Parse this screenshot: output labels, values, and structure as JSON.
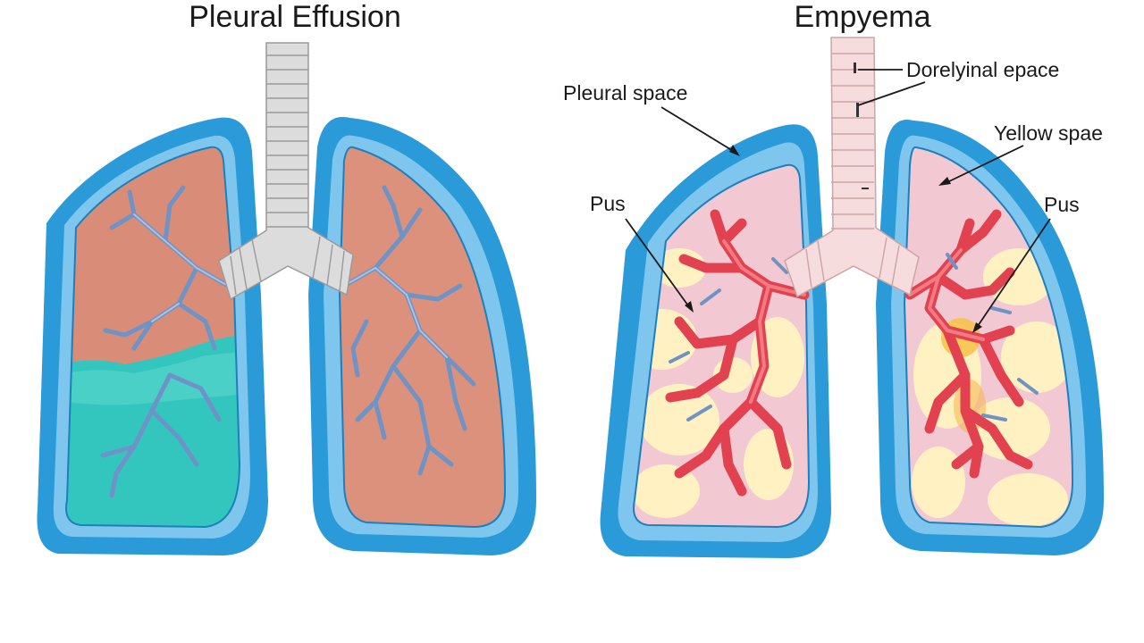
{
  "left_panel": {
    "title": "Pleural Effusion"
  },
  "right_panel": {
    "title": "Empyema",
    "labels": {
      "pleural_space": "Pleural space",
      "dorsal_space": "Dorelyinal epace",
      "yellow_space": "Yellow spae",
      "pus_left": "Pus",
      "pus_right": "Pus"
    }
  },
  "colors": {
    "pleura_blue": "#2b9ad8",
    "pleura_light": "#7ec6ee",
    "lung_tissue": "#d98d78",
    "effusion_fluid": "#33c6bf",
    "empyema_tissue": "#f2c9d3",
    "pus_yellow": "#fff3c0",
    "inflamed_vessel": "#e2414f",
    "trachea_gray": "#dcdcdc",
    "trachea_pink": "#f6dcdc"
  }
}
